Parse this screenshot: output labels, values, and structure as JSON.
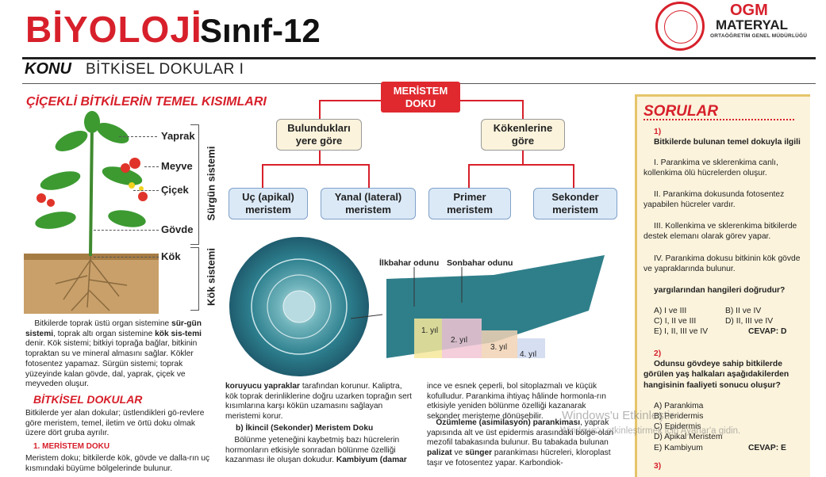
{
  "header": {
    "title_main": "BİYOLOJİ",
    "title_sub": "Sınıf-12",
    "konu_label": "KONU",
    "konu_text": "BİTKİSEL DOKULAR I"
  },
  "logo": {
    "ogm": "OGM",
    "materyal": "MATERYAL",
    "org": "ORTAÖĞRETİM GENEL MÜDÜRLÜĞÜ"
  },
  "plant_section": {
    "heading": "ÇİÇEKLİ BİTKİLERİN TEMEL KISIMLARI",
    "labels": [
      "Yaprak",
      "Meyve",
      "Çiçek",
      "Gövde",
      "Kök"
    ],
    "surgun": "Sürgün sistemi",
    "kok_sistemi": "Kök sistemi"
  },
  "flow": {
    "root": "MERİSTEM DOKU",
    "level1": [
      "Bulundukları yere göre",
      "Kökenlerine göre"
    ],
    "level2": [
      "Uç (apikal) meristem",
      "Yanal (lateral) meristem",
      "Primer meristem",
      "Sekonder meristem"
    ]
  },
  "stem_figure": {
    "ilkbahar": "İlkbahar odunu",
    "sonbahar": "Sonbahar odunu",
    "years": [
      "1. yıl",
      "2. yıl",
      "3. yıl",
      "4. yıl"
    ]
  },
  "col1": {
    "p1": [
      "Bitkilerde toprak üstü organ sistemine ",
      "sür-gün sistemi",
      ", toprak altı organ sistemine ",
      "kök sis-temi",
      " denir. Kök sistemi; bitkiyi toprağa bağlar, bitkinin topraktan su ve mineral almasını sağlar. Kökler fotosentez yapamaz. Sürgün sistemi; toprak yüzeyinde kalan gövde, dal, yaprak, çiçek ve meyveden oluşur."
    ],
    "heading2": "BİTKİSEL DOKULAR",
    "p2": "Bitkilerde yer alan dokular; üstlendikleri gö-revlere göre meristem, temel, iletim ve örtü doku olmak üzere dört gruba ayrılır.",
    "sub1": "1. MERİSTEM DOKU",
    "p3": "Meristem doku; bitkilerde kök, gövde ve dalla-rın uç kısmındaki büyüme bölgelerinde bulunur."
  },
  "col2": {
    "p1_bold": "koruyucu yapraklar",
    "p1_rest": " tarafından korunur. Kaliptra, kök toprak derinliklerine doğru uzarken toprağın sert kısımlarına karşı kökün uzamasını sağlayan meristemi korur.",
    "sub": "b) İkincil (Sekonder) Meristem Doku",
    "p2": "Bölünme yeteneğini kaybetmiş bazı hücrelerin hormonların etkisiyle sonradan bölünme özelliği kazanması ile oluşan dokudur. ",
    "p2_bold": "Kambiyum (damar"
  },
  "col3": {
    "p1": "ince ve esnek çeperli, bol sitoplazmalı ve küçük kofulludur. Parankima ihtiyaç hâlinde hormonla-rın etkisiyle yeniden bölünme özelliği kazanarak sekonder meristeme dönüşebilir.",
    "p2_bold": "Özümleme (asimilasyon) parankiması",
    "p2": ", yaprak yapısında alt ve üst epidermis arasındaki bölge-olan mezofil tabakasında bulunur. Bu tabakada bulunan ",
    "p2_b2": "palizat",
    "p2_mid": " ve ",
    "p2_b3": "sünger",
    "p2_end": " parankiması hücreleri, kloroplast taşır ve fotosentez yapar. Karbondiok-"
  },
  "sorular": {
    "heading": "SORULAR",
    "q1": {
      "num": "1)",
      "stem": "Bitkilerde bulunan temel dokuyla ilgili",
      "items": [
        "I. Parankima ve sklerenkima canlı, kollenkima ölü hücrelerden oluşur.",
        "II. Parankima dokusunda fotosentez yapabilen hücreler vardır.",
        "III. Kollenkima ve sklerenkima bitkilerde destek elemanı olarak görev yapar.",
        "IV. Parankima dokusu bitkinin kök gövde ve yapraklarında bulunur."
      ],
      "question": "yargılarından hangileri doğrudur?",
      "options": [
        "A) I ve III",
        "B) II ve IV",
        "C) I, II ve III",
        "D) II, III ve IV",
        "E) I, II, III ve IV"
      ],
      "answer": "CEVAP: D"
    },
    "q2": {
      "num": "2)",
      "stem": "Odunsu gövdeye sahip bitkilerde görülen yaş halkaları aşağıdakilerden hangisinin faaliyeti sonucu oluşur?",
      "options": [
        "A) Parankima",
        "B) Peridermis",
        "C) Epidermis",
        "D) Apikal Meristem",
        "E) Kambiyum"
      ],
      "answer": "CEVAP: E"
    },
    "q3_num": "3)"
  },
  "watermark": {
    "line1": "Windows'u Etkinleştir",
    "line2": "Windows'u etkinleştirmek için Ayarlar'a gidin."
  },
  "colors": {
    "accent_red": "#d7202b",
    "cream": "#fbf3dc",
    "blue_box": "#dbe9f7"
  }
}
